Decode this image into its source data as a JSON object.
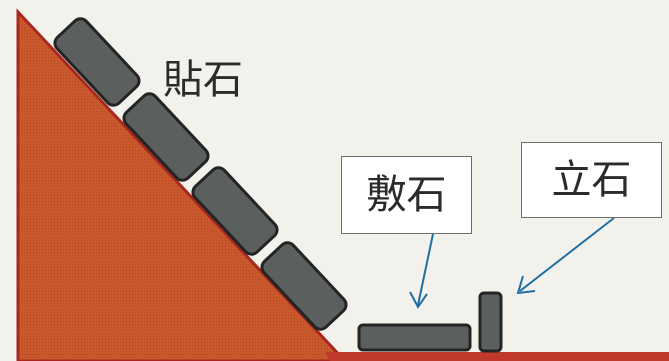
{
  "labels": {
    "hariishi": "貼石",
    "shikiishi": "敷石",
    "tateishi": "立石"
  },
  "colors": {
    "background": "#f3f1ec",
    "slope_fill": "#c9582c",
    "slope_edge": "#a8281f",
    "stone_fill": "#5b5f5d",
    "stone_edge": "#232525",
    "arrow": "#1f6fa3"
  },
  "icons": {
    "arrow": "arrow-down-left",
    "stone": "rounded-rect-stone"
  }
}
